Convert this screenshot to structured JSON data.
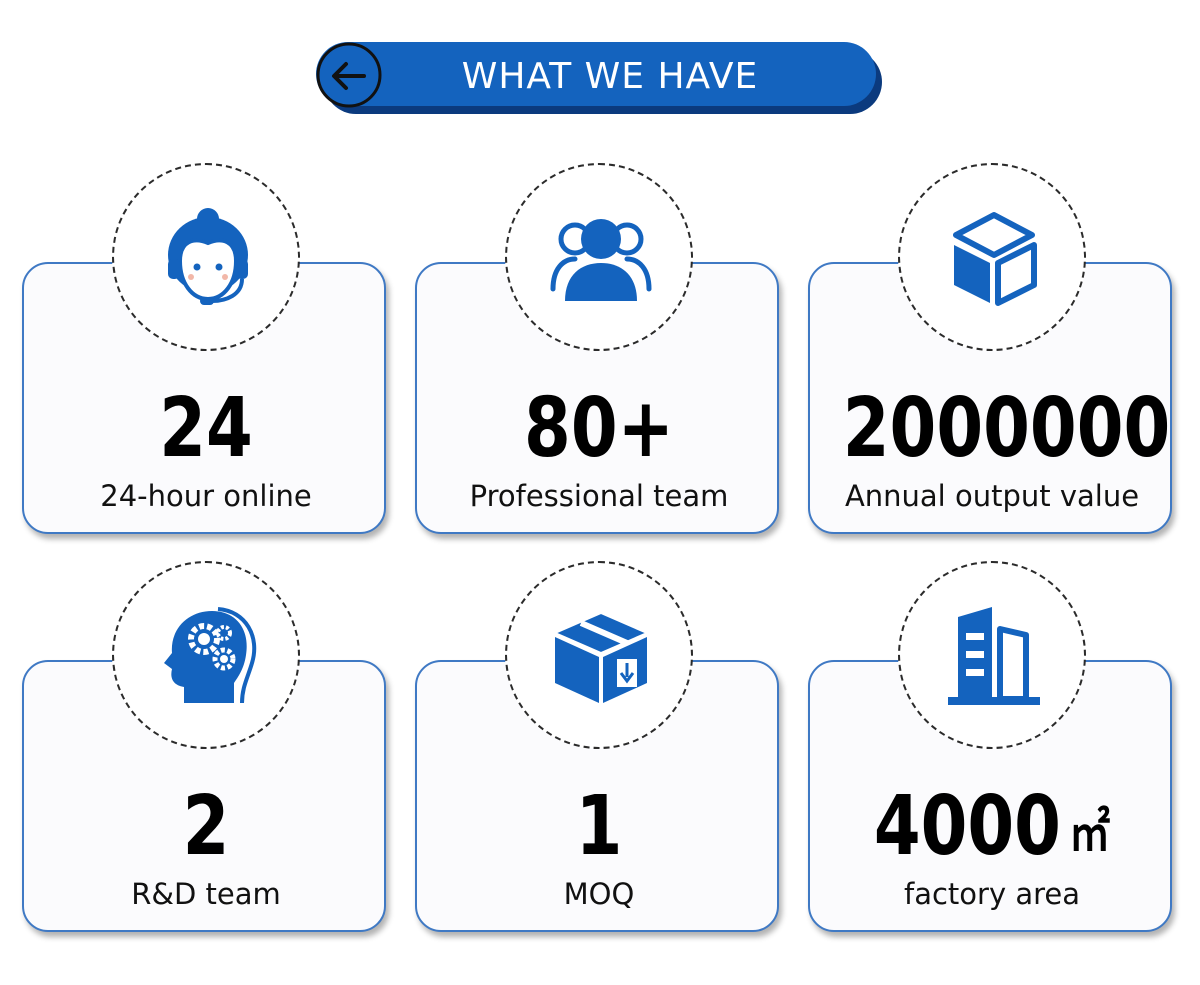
{
  "header": {
    "title": "WHAT WE HAVE",
    "back_icon": "arrow-left-icon",
    "color": "#1463be",
    "shadow_color": "#0b3a7e"
  },
  "accent_color": "#1463be",
  "card_border_color": "#3f79c4",
  "stats": [
    {
      "icon": "customer-service-icon",
      "value": "24",
      "unit": "",
      "label": "24-hour online"
    },
    {
      "icon": "team-icon",
      "value": "80+",
      "unit": "",
      "label": "Professional team"
    },
    {
      "icon": "cube-icon",
      "value": "2000000",
      "unit": "",
      "label": "Annual output value"
    },
    {
      "icon": "head-gears-icon",
      "value": "2",
      "unit": "",
      "label": "R&D team"
    },
    {
      "icon": "package-box-icon",
      "value": "1",
      "unit": "",
      "label": "MOQ"
    },
    {
      "icon": "factory-building-icon",
      "value": "4000",
      "unit": "㎡",
      "label": "factory area"
    }
  ]
}
